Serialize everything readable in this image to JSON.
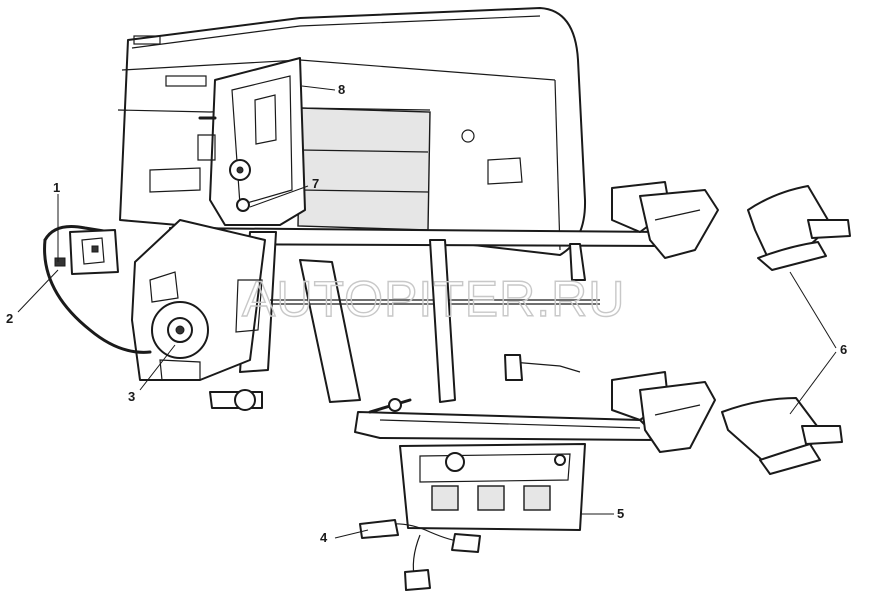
{
  "watermark": "AUTOPITER.RU",
  "callouts": [
    {
      "id": "1",
      "label": "1"
    },
    {
      "id": "2",
      "label": "2"
    },
    {
      "id": "3",
      "label": "3"
    },
    {
      "id": "4",
      "label": "4"
    },
    {
      "id": "5",
      "label": "5"
    },
    {
      "id": "6",
      "label": "6"
    },
    {
      "id": "7",
      "label": "7"
    },
    {
      "id": "8",
      "label": "8"
    }
  ],
  "colors": {
    "line": "#1a1a1a",
    "background": "#ffffff",
    "watermark": "#c8c8c8"
  }
}
